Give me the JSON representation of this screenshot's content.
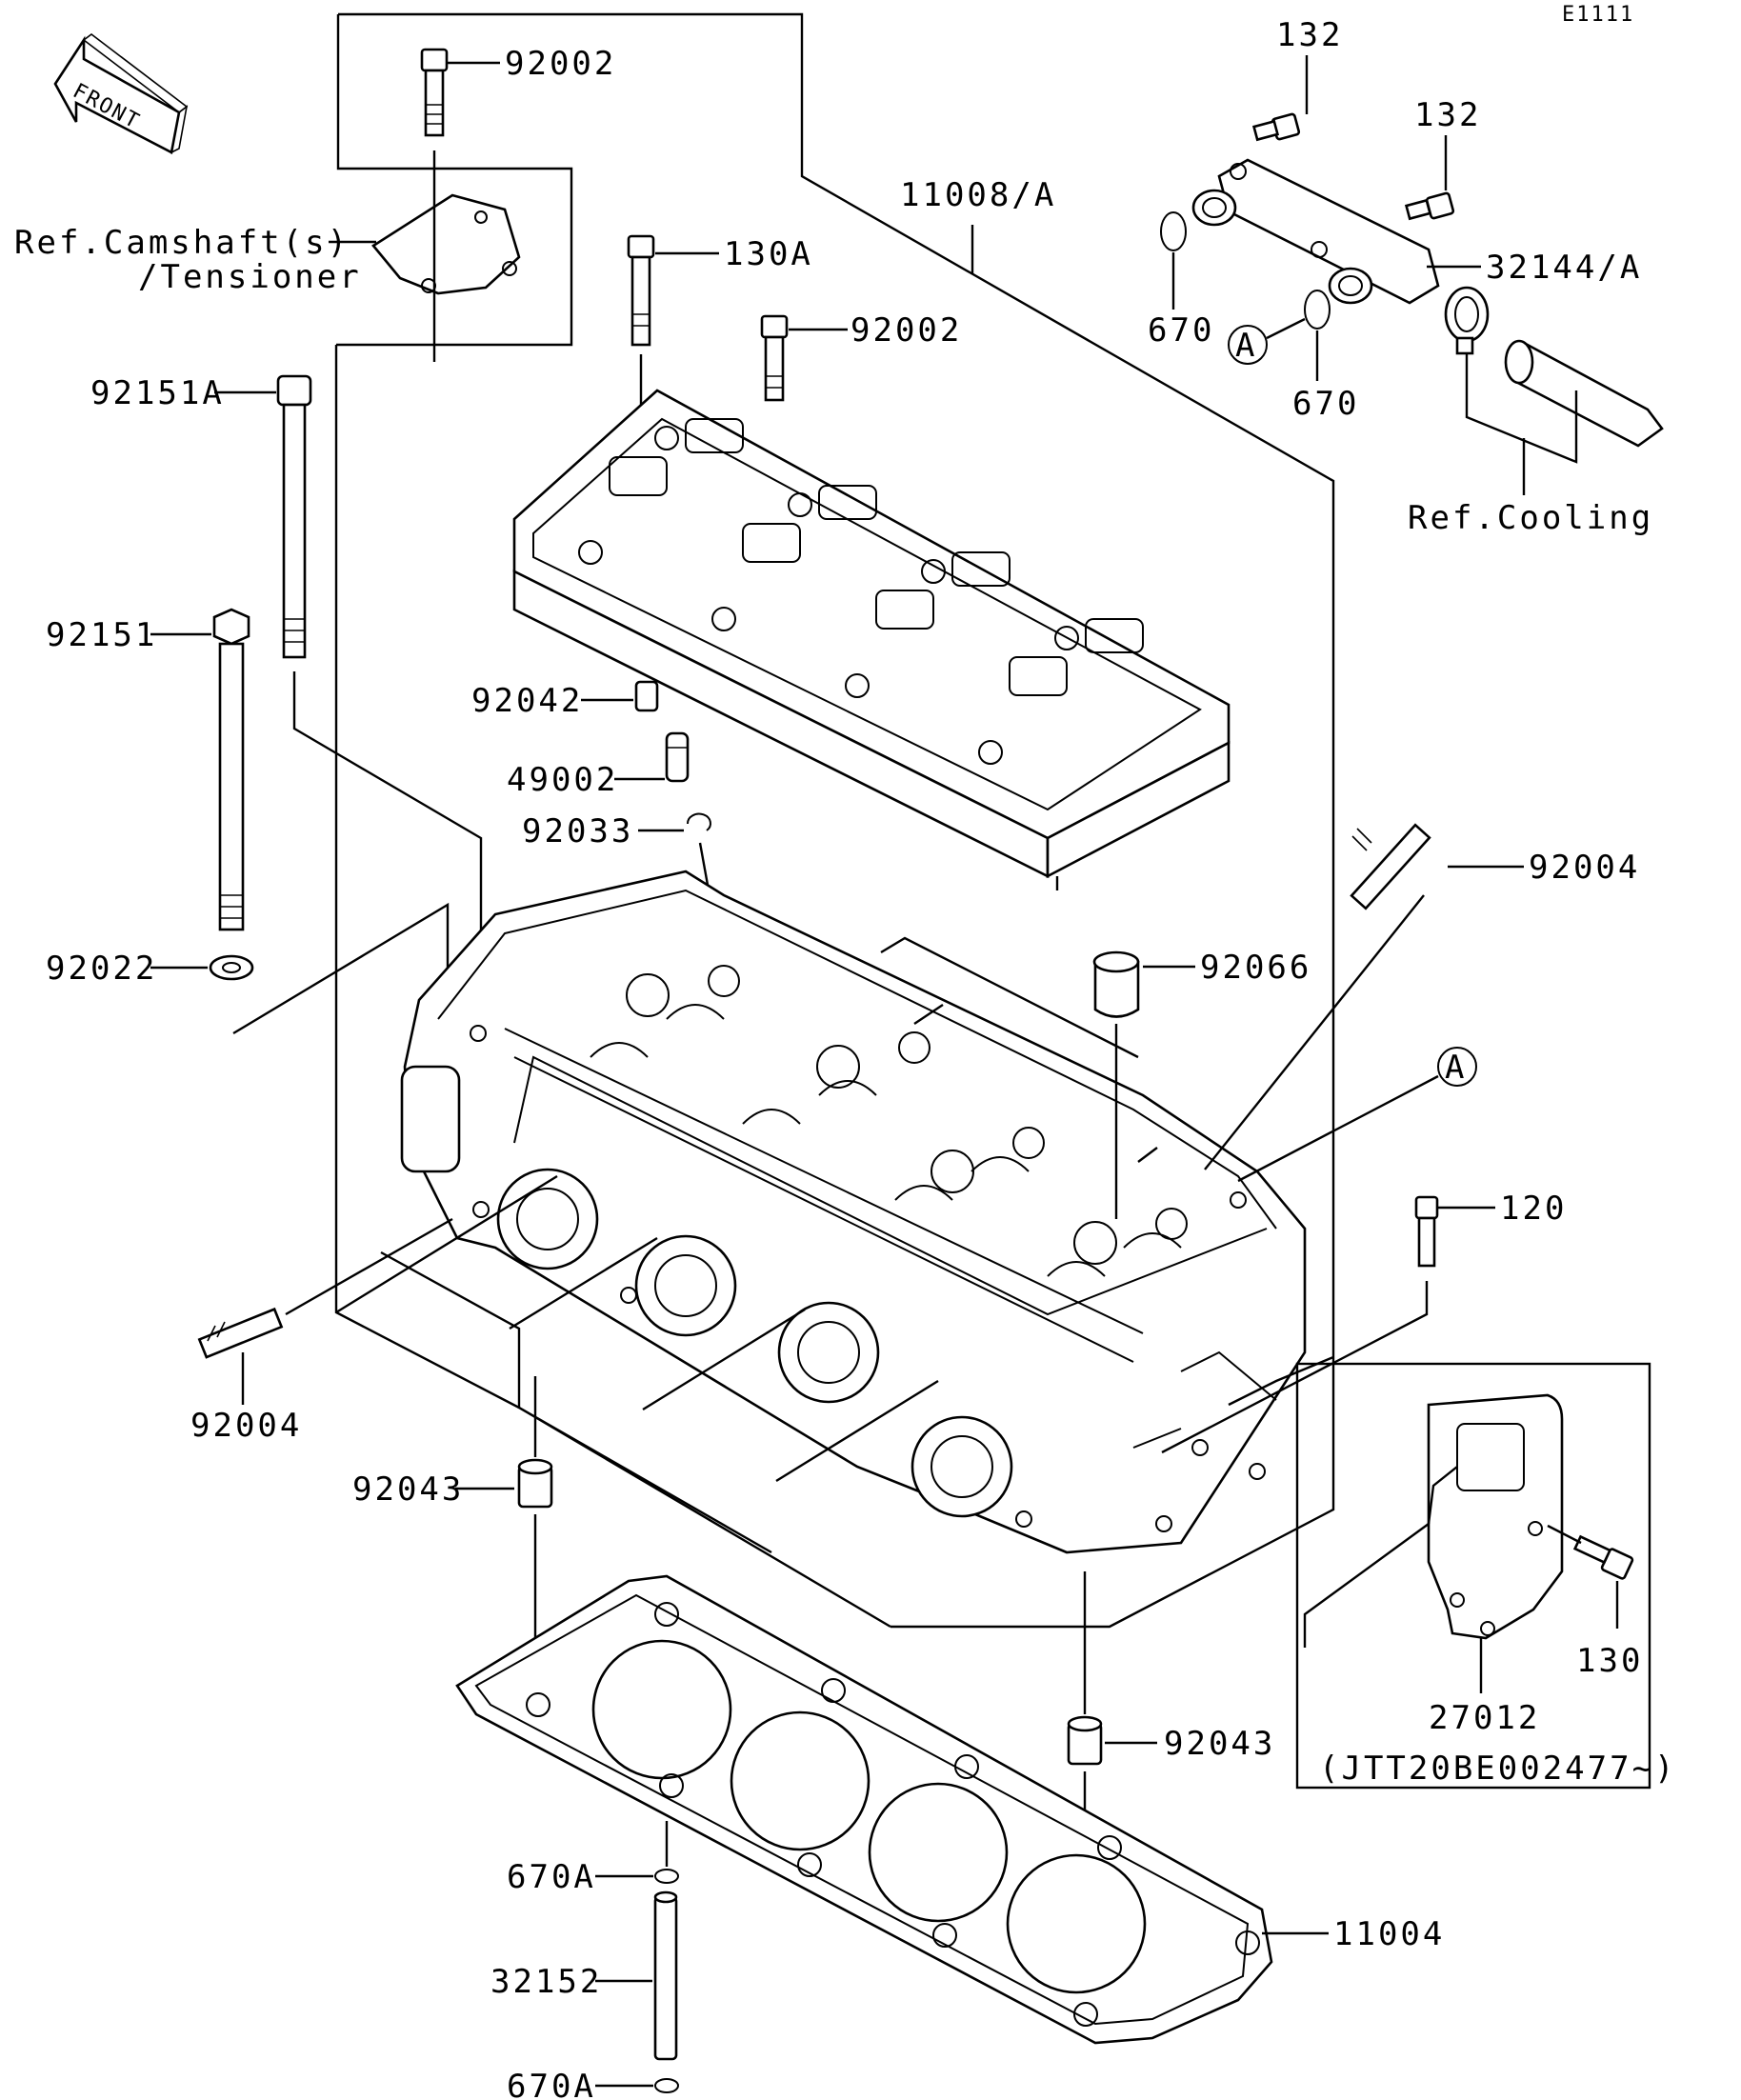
{
  "diagram_code": "E1111",
  "front_label": "FRONT",
  "callout_a": "A",
  "labels": {
    "p92002_top": "92002",
    "ref_camshaft_1": "Ref.Camshaft(s)",
    "ref_camshaft_2": "/Tensioner",
    "p130A": "130A",
    "p92002_mid": "92002",
    "p11008A": "11008/A",
    "p132_a": "132",
    "p132_b": "132",
    "p32144A": "32144/A",
    "p670_a": "670",
    "p670_b": "670",
    "ref_cooling": "Ref.Cooling",
    "p92151A": "92151A",
    "p92151": "92151",
    "p92042": "92042",
    "p49002": "49002",
    "p92033": "92033",
    "p92004_r": "92004",
    "p92066": "92066",
    "p92022": "92022",
    "p120": "120",
    "p92004_l": "92004",
    "p92043_l": "92043",
    "p92043_r": "92043",
    "p130": "130",
    "p27012": "27012",
    "p27012_note": "(JTT20BE002477~)",
    "p670A_a": "670A",
    "p11004": "11004",
    "p32152": "32152",
    "p670A_b": "670A"
  }
}
